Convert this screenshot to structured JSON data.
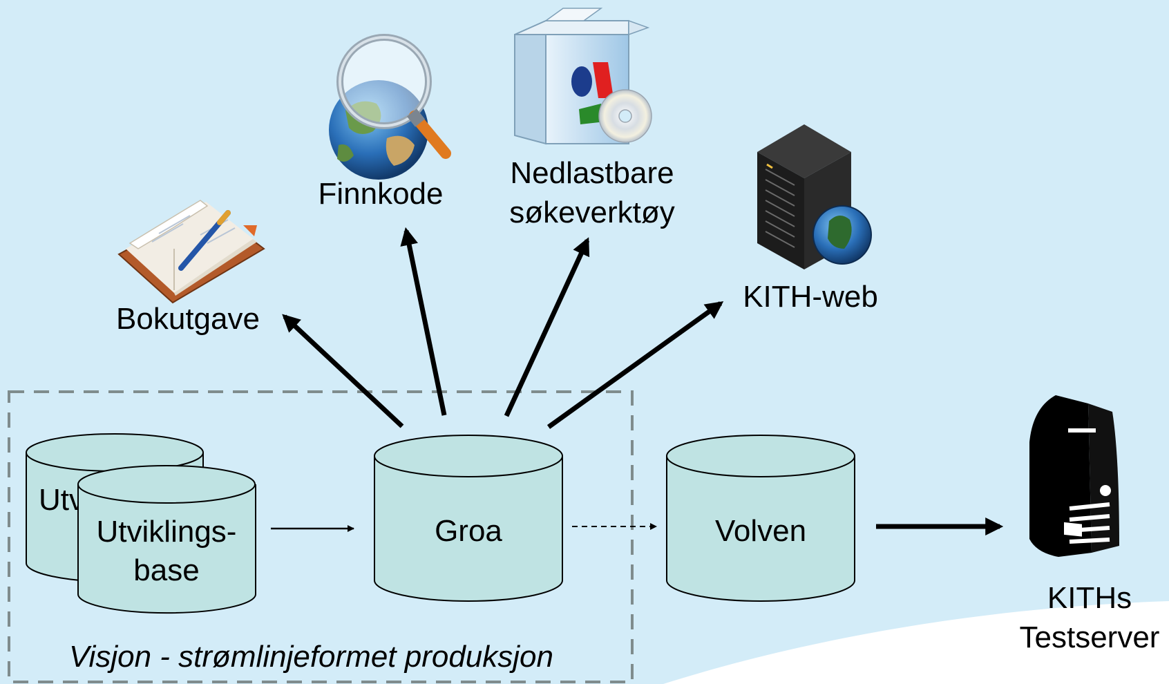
{
  "labels": {
    "bokutgave": "Bokutgave",
    "finnkode": "Finnkode",
    "nedlastbare_line1": "Nedlastbare",
    "nedlastbare_line2": "søkeverktøy",
    "kith_web": "KITH-web",
    "utv_back": "Utv",
    "utv_front_line1": "Utviklings-",
    "utv_front_line2": "base",
    "groa": "Groa",
    "volven": "Volven",
    "testserver_line1": "KITHs",
    "testserver_line2": "Testserver",
    "vision": "Visjon - strømlinjeformet produksjon"
  },
  "icons": {
    "bokutgave": "book-pen-icon",
    "finnkode": "globe-magnifier-icon",
    "nedlastbare": "software-box-cd-icon",
    "kith_web": "server-globe-icon",
    "testserver": "server-tower-icon"
  },
  "colors": {
    "background": "#d3ecf8",
    "cylinder_fill": "#bfe3e3",
    "dashed_border": "#7f8c8d",
    "arrow": "#000000"
  }
}
